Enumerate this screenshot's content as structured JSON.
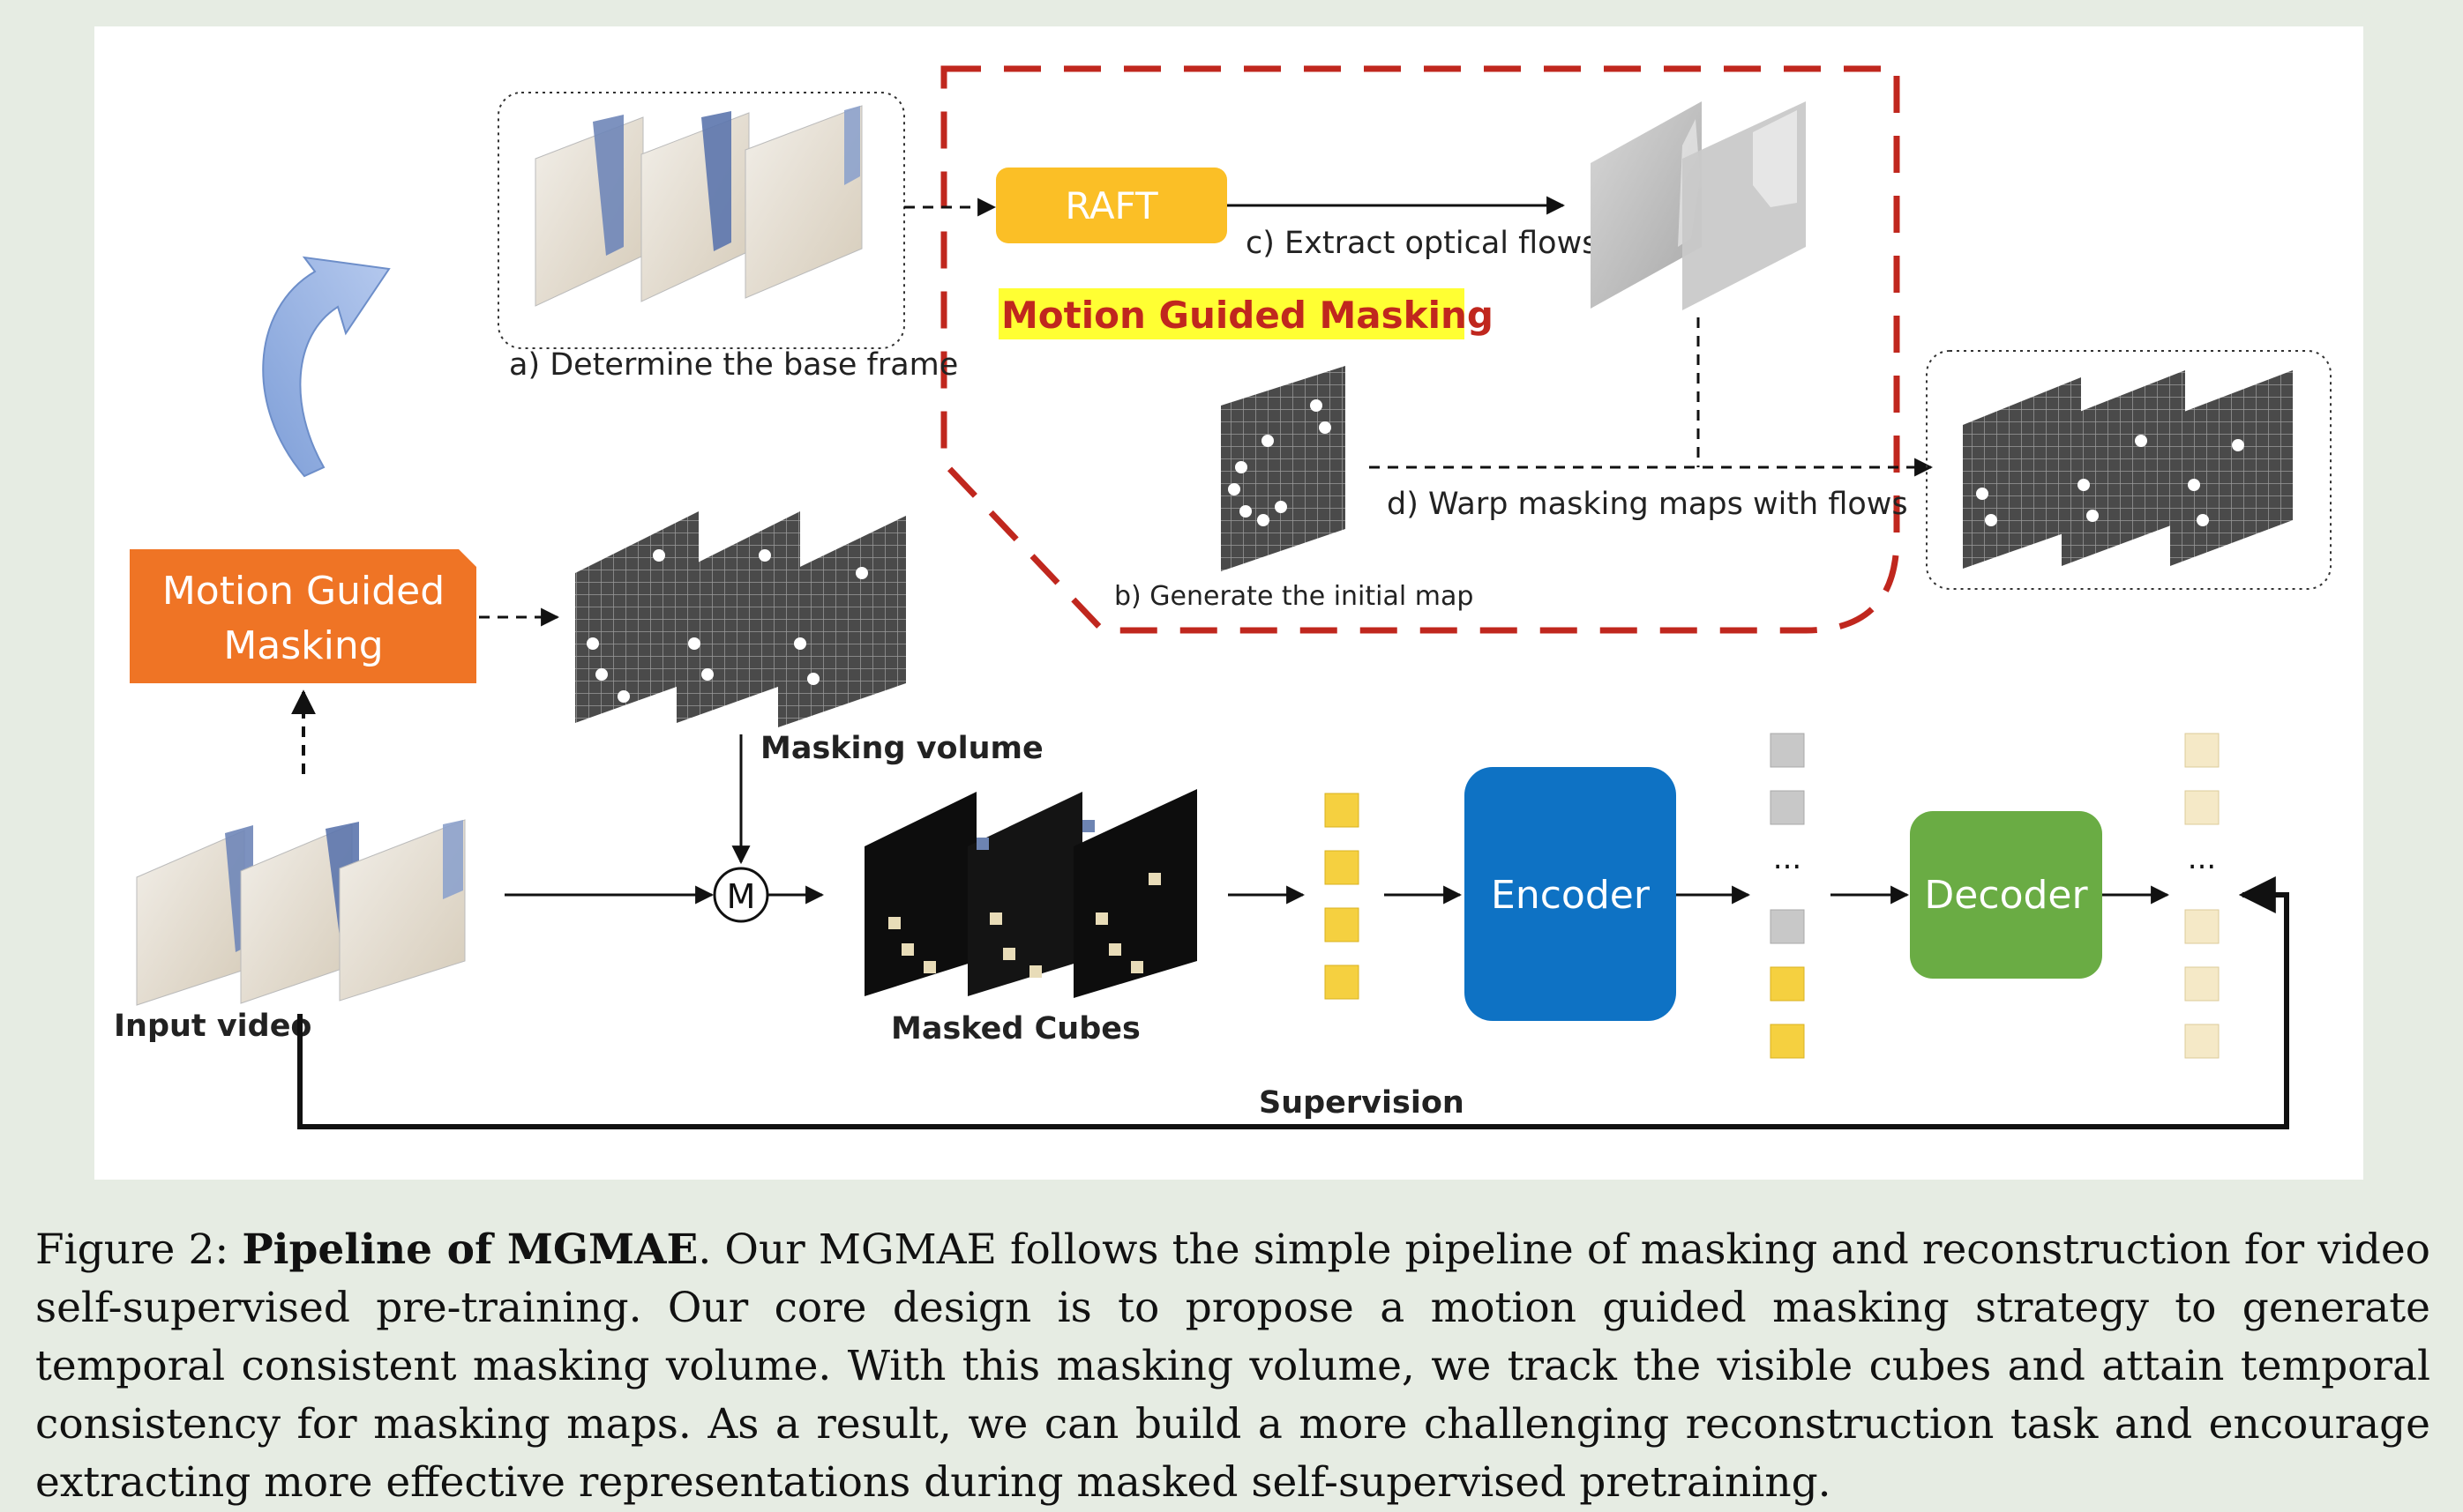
{
  "diagram": {
    "nodes": {
      "raft": "RAFT",
      "motion_box": [
        "Motion Guided",
        "Masking"
      ],
      "encoder": "Encoder",
      "decoder": "Decoder",
      "mask_op": "M"
    },
    "labels": {
      "motion_region_title": "Motion Guided Masking",
      "step_a": "a) Determine the base frame",
      "step_b": "b) Generate the initial map",
      "step_c": "c) Extract optical flows",
      "step_d": "d) Warp masking maps with flows",
      "masking_volume": "Masking volume",
      "input_video": "Input video",
      "masked_cubes": "Masked Cubes",
      "supervision": "Supervision",
      "ellipsis_encoder": "...",
      "ellipsis_decoder": "..."
    },
    "colors": {
      "raft": "#fbbf26",
      "motion_box": "#ef7425",
      "encoder": "#0e72c4",
      "decoder": "#6aac44",
      "dashed_region": "#c0271e",
      "highlight": "#ffff33",
      "cube_visible": "#f5d040",
      "cube_masked": "#c8c8c8",
      "cube_output": "#f5e9c7"
    }
  },
  "caption": {
    "prefix": "Figure 2: ",
    "bold": "Pipeline of MGMAE",
    "text": ". Our MGMAE follows the simple pipeline of masking and reconstruction for video self-supervised pre-training. Our core design is to propose a motion guided masking strategy to generate temporal consistent masking volume. With this masking volume, we track the visible cubes and attain temporal consistency for masking maps. As a result, we can build a more challenging reconstruction task and encourage extracting more effective representations during masked self-supervised pretraining."
  }
}
